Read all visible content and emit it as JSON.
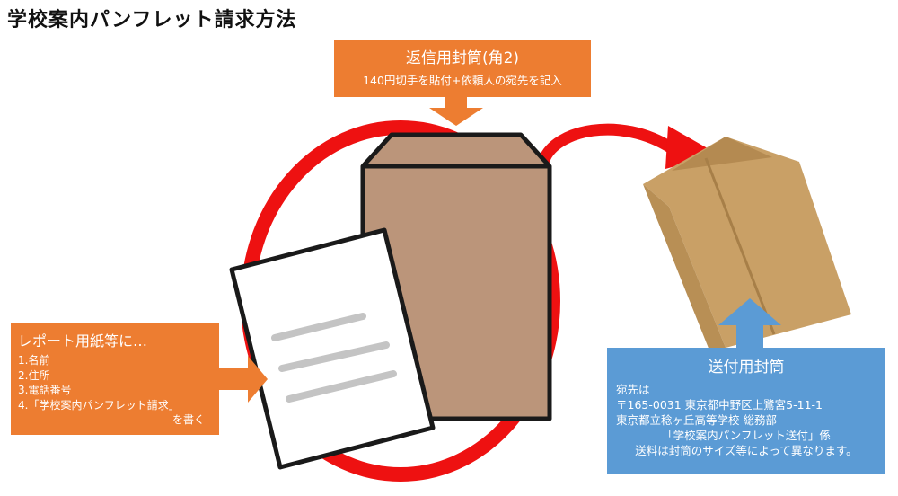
{
  "title": "学校案内パンフレット請求方法",
  "return_envelope": {
    "heading": "返信用封筒(角2)",
    "detail": "140円切手を貼付+依頼人の宛先を記入"
  },
  "paper": {
    "heading": "レポート用紙等に…",
    "items": [
      "1.名前",
      "2.住所",
      "3.電話番号",
      "4.「学校案内パンフレット請求」"
    ],
    "tail": "を書く"
  },
  "send_envelope": {
    "heading": "送付用封筒",
    "to_label": "宛先は",
    "address": "〒165-0031 東京都中野区上鷺宮5-11-1",
    "school": "東京都立稔ヶ丘高等学校 総務部",
    "dept": "「学校案内パンフレット送付」係",
    "note": "送料は封筒のサイズ等によって異なります。"
  },
  "colors": {
    "orange": "#ed7d31",
    "blue": "#5b9bd5",
    "red_ring": "#ee1111",
    "envelope": "#bb957a",
    "kraft": "#c9a066"
  },
  "icons": [
    "return-envelope-icon",
    "report-paper-icon",
    "kraft-envelope-icon",
    "cycle-ring",
    "down-arrow",
    "right-arrow",
    "up-arrow",
    "curved-arrow"
  ]
}
